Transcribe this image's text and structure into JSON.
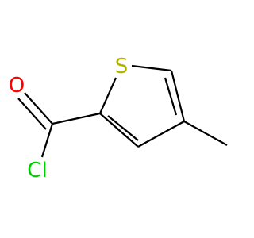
{
  "molecule": {
    "atoms": {
      "sulfur": {
        "label": "S",
        "color": "#b2b200"
      },
      "oxygen": {
        "label": "O",
        "color": "#ff0000"
      },
      "chlorine": {
        "label": "Cl",
        "color": "#00cc00"
      }
    },
    "bond_color": "#000000"
  }
}
